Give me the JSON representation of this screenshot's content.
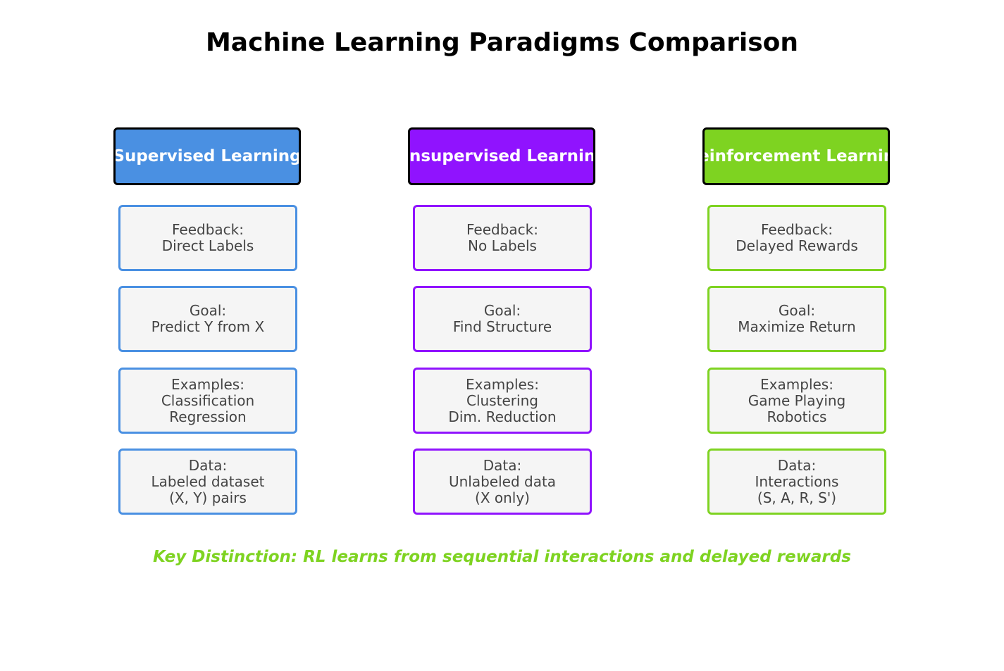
{
  "title": "Machine Learning Paradigms Comparison",
  "colors": {
    "supervised": "#4a90e2",
    "unsupervised": "#9013fe",
    "reinforcement": "#7ed321",
    "card_background": "#f5f5f5",
    "card_text": "#444444"
  },
  "columns": [
    {
      "header": "Supervised Learning",
      "color": "#4a90e2",
      "cards": [
        {
          "lines": [
            "Feedback:",
            "Direct Labels"
          ]
        },
        {
          "lines": [
            "Goal:",
            "Predict Y from X"
          ]
        },
        {
          "lines": [
            "Examples:",
            "Classification",
            "Regression"
          ]
        },
        {
          "lines": [
            "Data:",
            "Labeled dataset",
            "(X, Y) pairs"
          ]
        }
      ]
    },
    {
      "header": "Unsupervised Learning",
      "color": "#9013fe",
      "cards": [
        {
          "lines": [
            "Feedback:",
            "No Labels"
          ]
        },
        {
          "lines": [
            "Goal:",
            "Find Structure"
          ]
        },
        {
          "lines": [
            "Examples:",
            "Clustering",
            "Dim. Reduction"
          ]
        },
        {
          "lines": [
            "Data:",
            "Unlabeled data",
            "(X only)"
          ]
        }
      ]
    },
    {
      "header": "Reinforcement Learning",
      "color": "#7ed321",
      "cards": [
        {
          "lines": [
            "Feedback:",
            "Delayed Rewards"
          ]
        },
        {
          "lines": [
            "Goal:",
            "Maximize Return"
          ]
        },
        {
          "lines": [
            "Examples:",
            "Game Playing",
            "Robotics"
          ]
        },
        {
          "lines": [
            "Data:",
            "Interactions",
            "(S, A, R, S')"
          ]
        }
      ]
    }
  ],
  "footer": {
    "text": "Key Distinction: RL learns from sequential interactions and delayed rewards",
    "color": "#7ed321"
  }
}
